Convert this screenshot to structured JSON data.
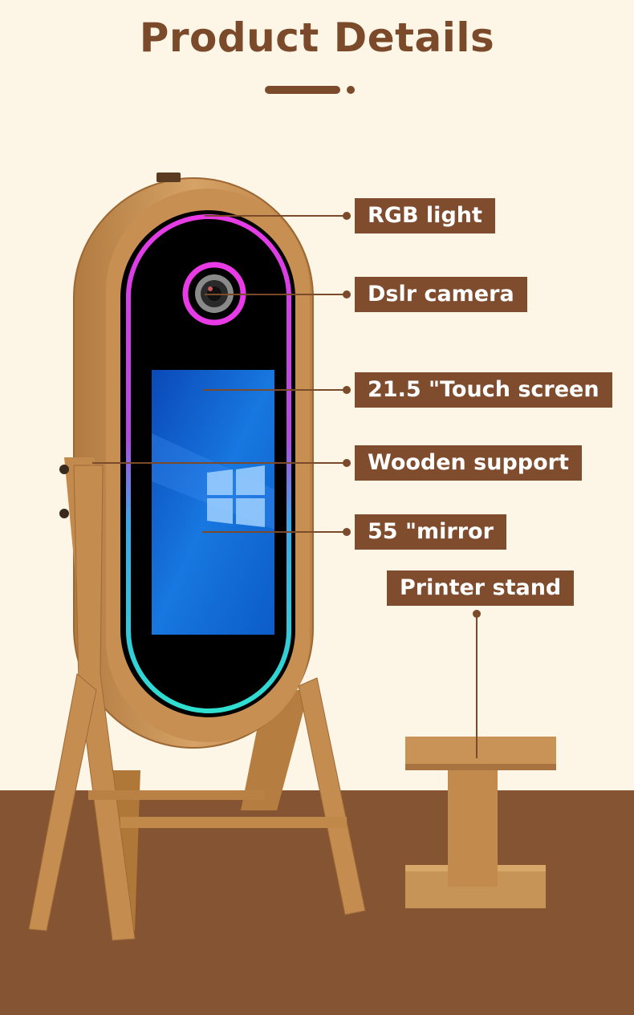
{
  "header": {
    "title": "Product Details"
  },
  "callouts": [
    {
      "id": "rgb-light",
      "text": "RGB light"
    },
    {
      "id": "dslr-camera",
      "text": "Dslr camera"
    },
    {
      "id": "touch-screen",
      "text": "21.5 \"Touch screen"
    },
    {
      "id": "wooden-support",
      "text": "Wooden support"
    },
    {
      "id": "mirror",
      "text": "55 \"mirror"
    },
    {
      "id": "printer-stand",
      "text": "Printer stand"
    }
  ],
  "colors": {
    "brand_brown": "#7f4d2e",
    "background": "#fdf5e6",
    "floor": "#845433",
    "wood": "#c8904f",
    "ring_top": "#e040e0",
    "ring_bottom": "#2fd6d6"
  }
}
